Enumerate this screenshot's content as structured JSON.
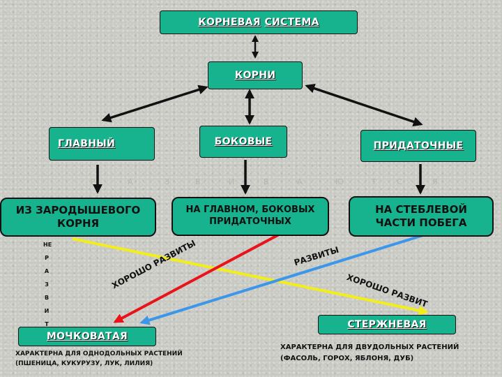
{
  "root": "КОРНЕВАЯ СИСТЕМА",
  "root_word1": "КОРНЕВАЯ",
  "root_word2": "СИСТЕМА",
  "roots": "КОРНИ",
  "main": "ГЛАВНЫЙ",
  "lateral": "БОКОВЫЕ",
  "adventitious": "ПРИДАТОЧНЫЕ",
  "from_embryo_l1": "ИЗ ЗАРОДЫШЕВОГО",
  "from_embryo_l2": "КОРНЯ",
  "on_main_l1": "НА ГЛАВНОМ, БОКОВЫХ",
  "on_main_l2": "ПРИДАТОЧНЫХ",
  "on_stem_l1": "НА СТЕБЛЕВОЙ",
  "on_stem_l2": "ЧАСТИ ПОБЕГА",
  "develop_letters": [
    "Р",
    "А",
    "З",
    "В",
    "И",
    "В",
    "А",
    "Ю",
    "Т",
    "С",
    "Я"
  ],
  "not_developed_letters": [
    "НЕ",
    "Р",
    "А",
    "З",
    "В",
    "И",
    "Т"
  ],
  "fibrous": "МОЧКОВАТАЯ",
  "taproot": "СТЕРЖНЕВАЯ",
  "fibrous_note_l1": "ХАРАКТЕРНА ДЛЯ ОДНОДОЛЬНЫХ РАСТЕНИЙ",
  "fibrous_note_l2": "(ПШЕНИЦА, КУКУРУЗУ, ЛУК, ЛИЛИЯ)",
  "taproot_note_l1": "ХАРАКТЕРНА ДЛЯ ДВУДОЛЬНЫХ РАСТЕНИЙ",
  "taproot_note_l2": "(ФАСОЛЬ, ГОРОХ, ЯБЛОНЯ, ДУБ)",
  "label_well_developed": "ХОРОШО РАЗВИТЫ",
  "label_developed": "РАЗВИТЫ",
  "label_well_developed_sg": "ХОРОШО РАЗВИТ",
  "colors": {
    "box": "#17b38e",
    "arrow_yellow": "#f2ee1c",
    "arrow_red": "#e8141a",
    "arrow_blue": "#3c96ea"
  }
}
